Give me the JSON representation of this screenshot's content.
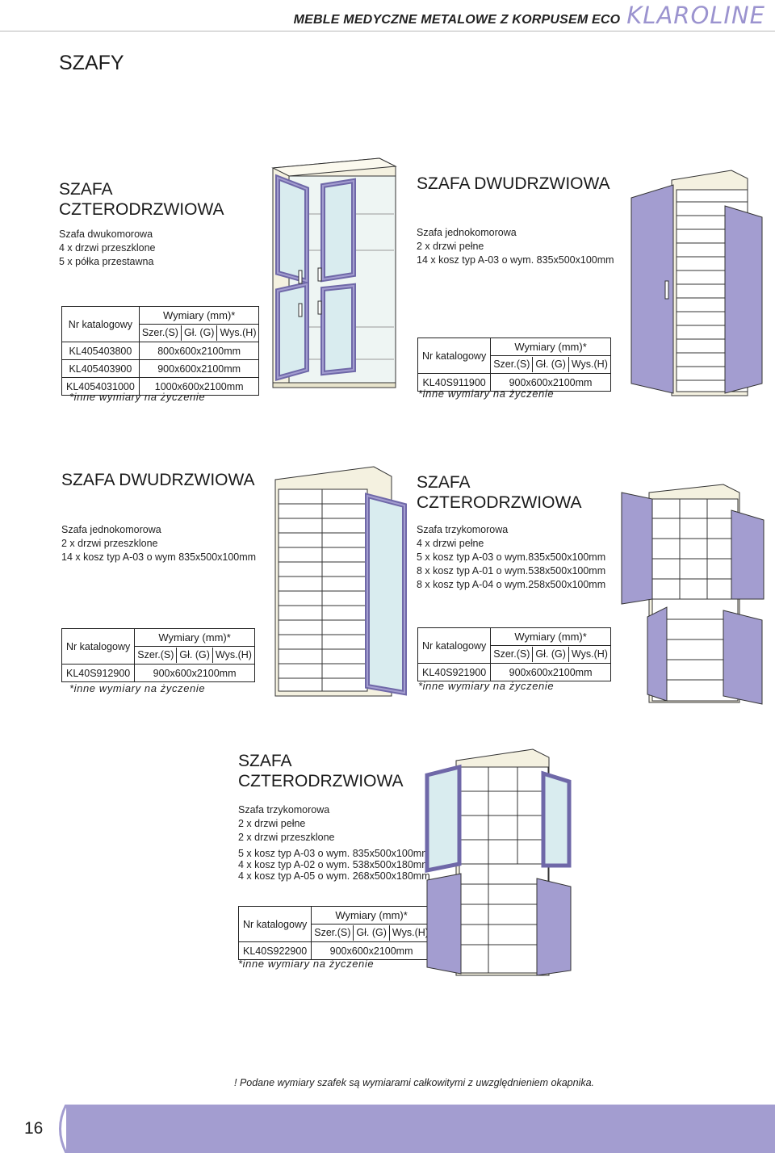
{
  "header": {
    "subtitle": "MEBLE MEDYCZNE METALOWE Z KORPUSEM ECO",
    "brand": "KLAROLINE"
  },
  "page_title": "SZAFY",
  "labels": {
    "catalog": "Nr katalogowy",
    "dimensions": "Wymiary (mm)*",
    "width": "Szer.(S)",
    "depth": "Gł. (G)",
    "height": "Wys.(H)",
    "custom_note": "*inne wymiary na życzenie"
  },
  "products": [
    {
      "title_lines": [
        "SZAFA",
        "CZTERODRZWIOWA"
      ],
      "description": [
        "Szafa dwukomorowa",
        "4 x drzwi przeszklone",
        "5 x półka przestawna"
      ],
      "rows": [
        {
          "code": "KL405403800",
          "dims": "800x600x2100mm"
        },
        {
          "code": "KL405403900",
          "dims": "900x600x2100mm"
        },
        {
          "code": "KL4054031000",
          "dims": "1000x600x2100mm"
        }
      ]
    },
    {
      "title_lines": [
        "SZAFA DWUDRZWIOWA"
      ],
      "description": [
        "Szafa jednokomorowa",
        "2 x drzwi pełne",
        "14 x kosz typ A-03 o wym. 835x500x100mm"
      ],
      "rows": [
        {
          "code": "KL40S911900",
          "dims": "900x600x2100mm"
        }
      ]
    },
    {
      "title_lines": [
        "SZAFA DWUDRZWIOWA"
      ],
      "description": [
        "Szafa jednokomorowa",
        "2 x drzwi przeszklone",
        "14 x kosz typ A-03 o wym 835x500x100mm"
      ],
      "rows": [
        {
          "code": "KL40S912900",
          "dims": "900x600x2100mm"
        }
      ]
    },
    {
      "title_lines": [
        "SZAFA",
        "CZTERODRZWIOWA"
      ],
      "description": [
        "Szafa trzykomorowa",
        "4 x drzwi pełne",
        "5 x kosz typ A-03 o wym.835x500x100mm",
        "8 x kosz typ A-01 o wym.538x500x100mm",
        "8 x kosz typ A-04 o wym.258x500x100mm"
      ],
      "rows": [
        {
          "code": "KL40S921900",
          "dims": "900x600x2100mm"
        }
      ]
    },
    {
      "title_lines": [
        "SZAFA",
        "CZTERODRZWIOWA"
      ],
      "description": [
        "Szafa trzykomorowa",
        "2 x drzwi pełne",
        "2 x drzwi przeszklone",
        "5 x kosz typ A-03 o wym. 835x500x100mm",
        "4 x kosz typ A-02 o wym. 538x500x180mm",
        "4 x kosz typ A-05 o wym. 268x500x180mm"
      ],
      "rows": [
        {
          "code": "KL40S922900",
          "dims": "900x600x2100mm"
        }
      ]
    }
  ],
  "footnote": "! Podane wymiary szafek są wymiarami całkowitymi z uwzględnieniem okapnika.",
  "page_number": "16",
  "colors": {
    "accent": "#a39dd0",
    "brand": "#9b93cf",
    "glass": "#d9ecef",
    "body": "#f4f1e0"
  }
}
